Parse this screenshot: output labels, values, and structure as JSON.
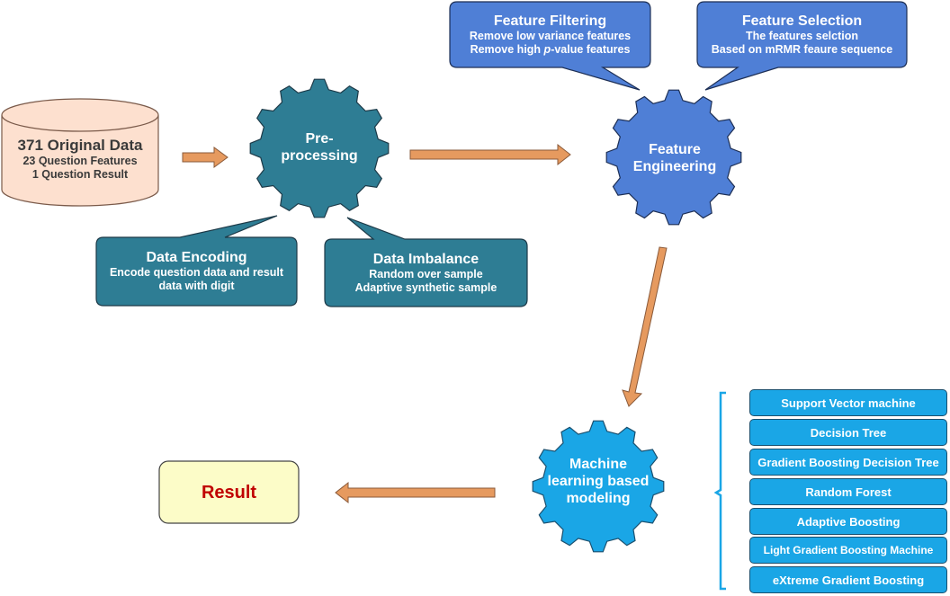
{
  "colors": {
    "arrow": "#e69a5f",
    "dark_teal": "#2e7d94",
    "feature_blue": "#4f7fd6",
    "model_blue": "#1aa6e6",
    "cylinder": "#fde0cf",
    "result_fill": "#fcfcc8",
    "result_text": "#c00000"
  },
  "cylinder": {
    "title": "371 Original Data",
    "line1": "23 Question Features",
    "line2": "1 Question Result"
  },
  "preprocessing": {
    "line1": "Pre-",
    "line2": "processing"
  },
  "data_encoding": {
    "title": "Data Encoding",
    "line1": "Encode question data and result",
    "line2": "data with digit"
  },
  "data_imbalance": {
    "title": "Data Imbalance",
    "line1": "Random over sample",
    "line2": "Adaptive synthetic sample"
  },
  "feature_engineering": {
    "line1": "Feature",
    "line2": "Engineering"
  },
  "feature_filtering": {
    "title": "Feature Filtering",
    "line1": "Remove low variance features",
    "line2_prefix": "Remove high ",
    "line2_italic": "p",
    "line2_suffix": "-value features"
  },
  "feature_selection": {
    "title": "Feature Selection",
    "line1": "The features selction",
    "line2": "Based on mRMR feaure sequence"
  },
  "ml_modeling": {
    "line1": "Machine",
    "line2": "learning based",
    "line3": "modeling"
  },
  "result": {
    "label": "Result"
  },
  "models": [
    "Support Vector machine",
    "Decision Tree",
    "Gradient Boosting Decision Tree",
    "Random Forest",
    "Adaptive Boosting",
    "Light Gradient Boosting Machine",
    "eXtreme Gradient Boosting"
  ]
}
